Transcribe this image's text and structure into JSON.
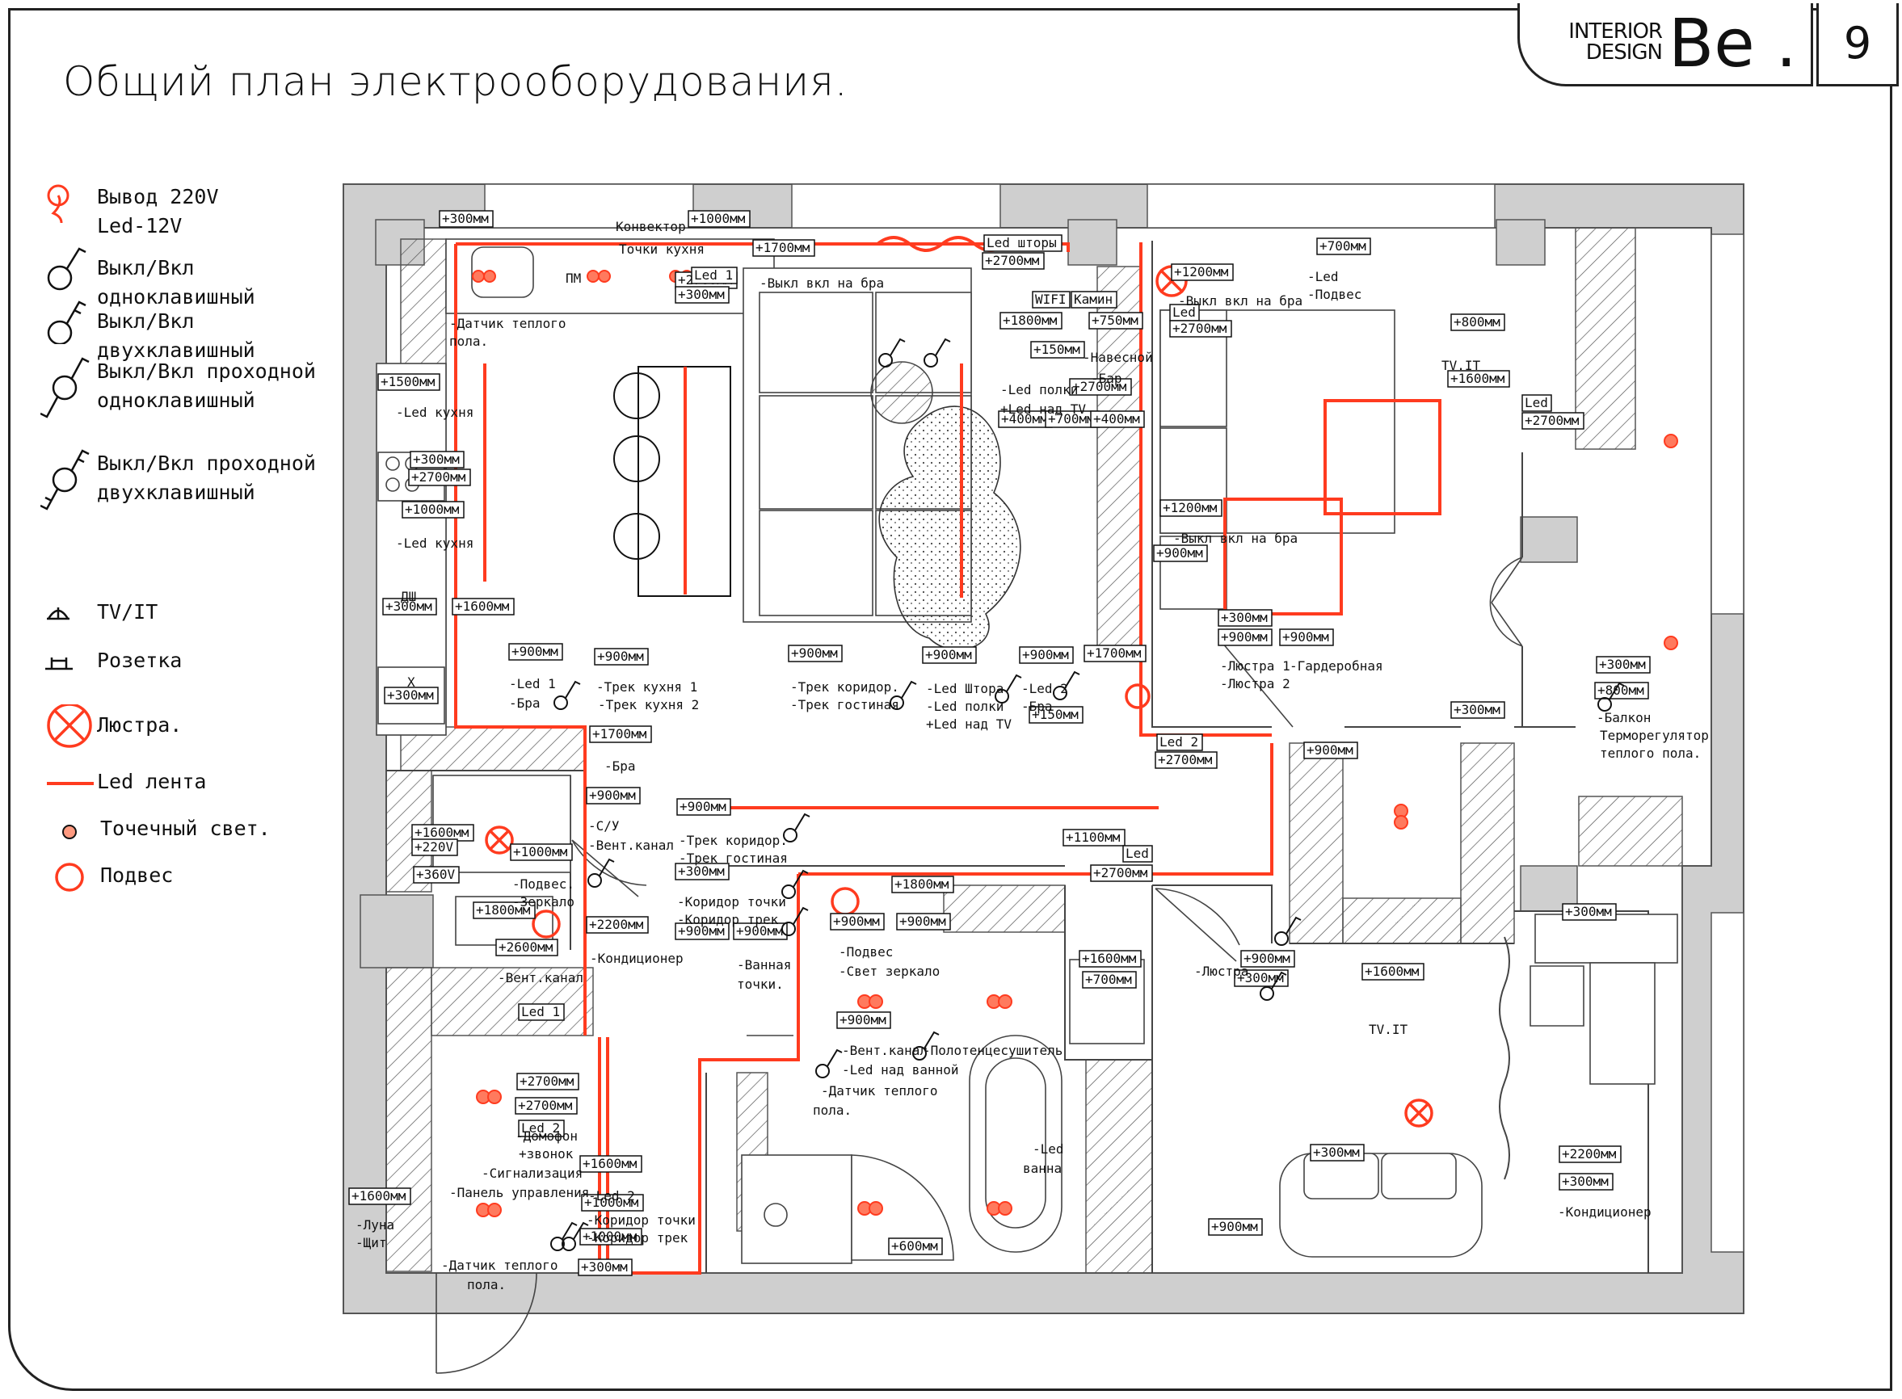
{
  "header": {
    "title": "Общий план электрооборудования.",
    "brand_line1": "INTERIOR",
    "brand_line2": "DESIGN",
    "brand_mark": "Be .",
    "page_number": "9"
  },
  "colors": {
    "accent": "#ff3b1f",
    "wall": "#cfcfcf",
    "line": "#111111"
  },
  "legend": [
    {
      "icon": "outlet-220v-icon",
      "label": "Вывод 220V\nLed-12V"
    },
    {
      "icon": "switch-single-icon",
      "label": "Выкл/Вкл одноклавишный"
    },
    {
      "icon": "switch-double-icon",
      "label": "Выкл/Вкл двухклавишный"
    },
    {
      "icon": "switch-pass-single-icon",
      "label": "Выкл/Вкл проходной\nодноклавишный"
    },
    {
      "icon": "switch-pass-double-icon",
      "label": "Выкл/Вкл проходной\nдвухклавишный"
    },
    {
      "icon": "tv-it-socket-icon",
      "label": "TV/IT"
    },
    {
      "icon": "power-socket-icon",
      "label": "Розетка"
    },
    {
      "icon": "chandelier-icon",
      "label": "Люстра."
    },
    {
      "icon": "led-strip-icon",
      "label": "Led лента"
    },
    {
      "icon": "spot-light-icon",
      "label": "Точечный свет."
    },
    {
      "icon": "pendant-icon",
      "label": "Подвес"
    }
  ],
  "boxed_labels": [
    "+300мм",
    "+1000мм",
    "+1700мм",
    "+2700мм",
    "Led 1",
    "+300мм",
    "+1500мм",
    "+300мм",
    "+2700мм",
    "+1000мм",
    "+300мм",
    "+1600мм",
    "+300мм",
    "+900мм",
    "+900мм",
    "+900мм",
    "+900мм",
    "+900мм",
    "+1700мм",
    "+150мм",
    "+1700мм",
    "+900мм",
    "+1600мм",
    "+220V",
    "+360V",
    "+1000мм",
    "+1800мм",
    "+2200мм",
    "+2600мм",
    "+900мм",
    "+300мм",
    "+900мм",
    "+900мм",
    "+1800мм",
    "+900мм",
    "+900мм",
    "+1100мм",
    "Led",
    "+2700мм",
    "+1600мм",
    "+700мм",
    "Led 1",
    "+2700мм",
    "Led 2",
    "+2700мм",
    "+1600мм",
    "+1000мм",
    "+1000мм",
    "+300мм",
    "+1600мм",
    "+600мм",
    "+900мм",
    "WIFI",
    "Камин",
    "+1800мм",
    "+750мм",
    "+150мм",
    "+2700мм",
    "+400мм",
    "+700мм",
    "+400мм",
    "+1200мм",
    "Led",
    "+2700мм",
    "+1200мм",
    "+900мм",
    "+300мм",
    "+900мм",
    "+900мм",
    "Led 2",
    "+2700мм",
    "+700мм",
    "+800мм",
    "+1600мм",
    "Led",
    "+2700мм",
    "+300мм",
    "+800мм",
    "+300мм",
    "+900мм",
    "+900мм",
    "+300мм",
    "+900мм",
    "+300мм",
    "+1600мм",
    "+300мм",
    "+2200мм",
    "+300мм",
    "Led шторы",
    "+2700мм"
  ],
  "plain_labels": [
    "Конвектор",
    "Точки кухня",
    "-Выкл вкл на бра",
    "ПМ",
    "-Датчик теплого",
    "пола.",
    "-Led кухня",
    "-Led кухня",
    "ДШ",
    "Х",
    "-Led 1",
    "-Бра",
    "-Трек кухня 1",
    "-Трек кухня 2",
    "-Трек коридор.",
    "-Трек гостиная",
    "-Led Штора",
    "-Led полки",
    "+Led над TV",
    "-Led 2",
    "-Бра",
    "-Бра",
    "-С/У",
    "-Вент.канал",
    "-Трек коридор.",
    "-Трек гостиная",
    "-Подвес.",
    "-Зеркало",
    "-Коридор точки",
    "-Коридор трек",
    "-Кондиционер",
    "-Вент.канал",
    "-Ванная",
    "точки.",
    "-Подвес",
    "-Свет зеркало",
    "-Вент.канал",
    "-Полотенцесушитель",
    "-Led над ванной",
    "-Датчик теплого",
    "пола.",
    "-Домофон",
    "+звонок",
    "-Сигнализация",
    "-Панель управления",
    "-Led 2",
    "-Коридор точки",
    "-Коридор трек",
    "-Датчик теплого",
    "пола.",
    "-Луна",
    "-Щит",
    "-Led",
    "ванна",
    "-Led полки",
    "+Led над TV",
    "-Навесной",
    "-Бар",
    "-Выкл вкл на бра",
    "-Led",
    "-Подвес",
    "TV.IT",
    "-Выкл вкл на бра",
    "-Люстра 1",
    "-Люстра 2",
    "-Гардеробная",
    "-Балкон",
    "Терморегулятор",
    "теплого пола.",
    "-Люстра",
    "TV.IT",
    "-Кондиционер"
  ]
}
